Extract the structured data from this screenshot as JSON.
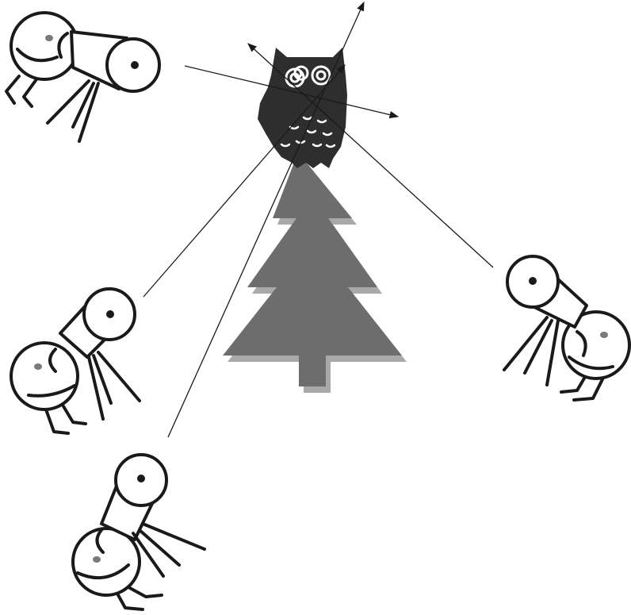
{
  "colors": {
    "background": "#ffffff",
    "ink": "#1a1a1a",
    "tree": "#6d6d6d",
    "tree_shadow": "#a9a9a9",
    "owl": "#2e2e2e",
    "owl_marks": "#ffffff",
    "observer_eye": "#7a7a7a"
  },
  "figures": {
    "owl": "owl-icon",
    "tree": "pine-tree-icon",
    "observers": [
      "observer-top-left",
      "observer-right",
      "observer-left",
      "observer-bottom-left"
    ]
  }
}
